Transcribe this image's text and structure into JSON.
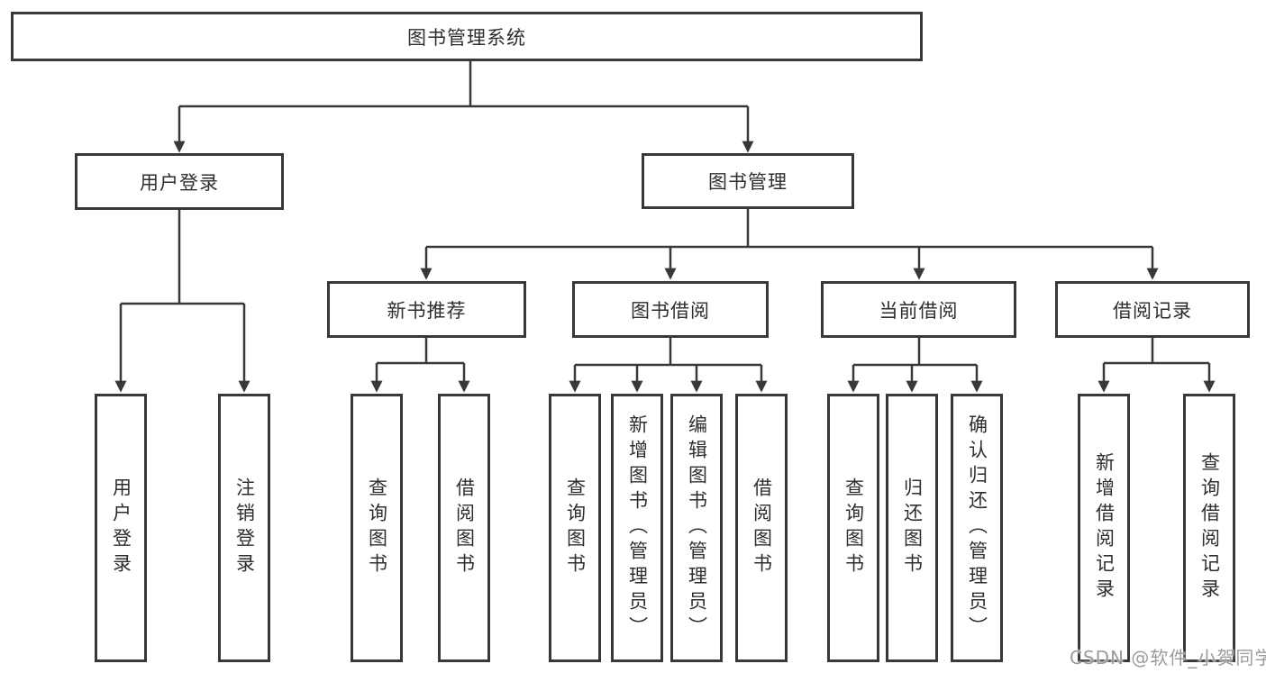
{
  "colors": {
    "line": "#383838",
    "box_border": "#383838",
    "text": "#2e2e2e",
    "watermark": "#9b9b9b",
    "background": "#ffffff"
  },
  "nodes": {
    "root": {
      "label": "图书管理系统"
    },
    "user_login": {
      "label": "用户登录"
    },
    "book_mgmt": {
      "label": "图书管理"
    },
    "new_book_rec": {
      "label": "新书推荐"
    },
    "book_borrow": {
      "label": "图书借阅"
    },
    "current_borrow": {
      "label": "当前借阅"
    },
    "borrow_records": {
      "label": "借阅记录"
    },
    "leaf_user_login": {
      "label": "用户登录"
    },
    "leaf_logout": {
      "label": "注销登录"
    },
    "leaf_nr_query": {
      "label": "查询图书"
    },
    "leaf_nr_borrow": {
      "label": "借阅图书"
    },
    "leaf_bb_query": {
      "label": "查询图书"
    },
    "leaf_bb_add": {
      "label": "新增图书（管理员）"
    },
    "leaf_bb_edit": {
      "label": "编辑图书（管理员）"
    },
    "leaf_bb_borrow": {
      "label": "借阅图书"
    },
    "leaf_cb_query": {
      "label": "查询图书"
    },
    "leaf_cb_return": {
      "label": "归还图书"
    },
    "leaf_cb_confirm": {
      "label": "确认归还（管理员）"
    },
    "leaf_br_add": {
      "label": "新增借阅记录"
    },
    "leaf_br_query": {
      "label": "查询借阅记录"
    }
  },
  "watermark": {
    "text": "CSDN @软件_小贺同学"
  }
}
